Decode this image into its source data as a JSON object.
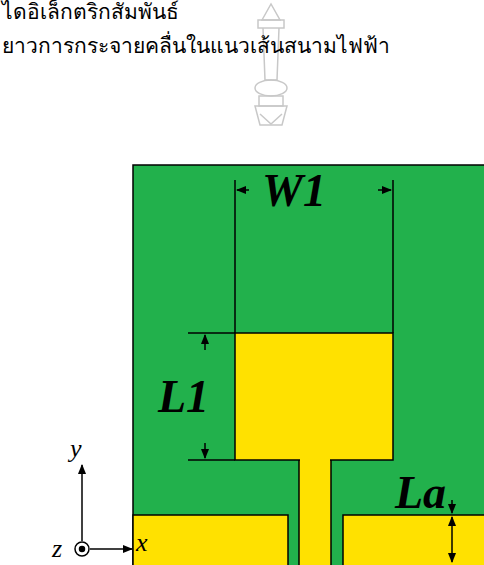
{
  "diagram": {
    "labels": [
      "ไดอิเล็กตริกสัมพันธ์",
      "ยาวการกระจายคลื่นในแนวเส้นสนามไฟฟ้า",
      "W1",
      "L1",
      "La",
      "y",
      "x",
      "z"
    ]
  }
}
